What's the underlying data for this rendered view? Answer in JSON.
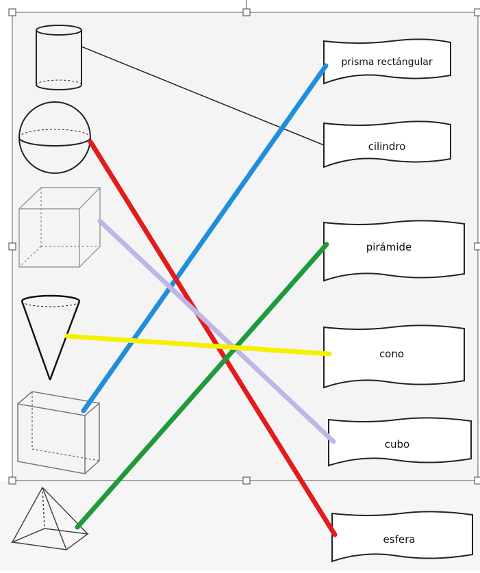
{
  "labels": {
    "prisma": "prisma rectángular",
    "cilindro": "cilindro",
    "piramide": "pirámide",
    "cono": "cono",
    "cubo": "cubo",
    "esfera": "esfera"
  },
  "shapes": [
    "cylinder-icon",
    "sphere-icon",
    "cube-icon",
    "cone-icon",
    "rectangular-prism-icon",
    "pyramid-icon"
  ],
  "matches": [
    {
      "shape": "cylinder",
      "label": "cilindro",
      "color": "#222222"
    },
    {
      "shape": "sphere",
      "label": "esfera",
      "color": "#e31b1b"
    },
    {
      "shape": "cube",
      "label": "cubo",
      "color": "#bdb6e6"
    },
    {
      "shape": "cone",
      "label": "cono",
      "color": "#f5ef00"
    },
    {
      "shape": "rectangular-prism",
      "label": "prisma rectángular",
      "color": "#1f8fdb"
    },
    {
      "shape": "pyramid",
      "label": "pirámide",
      "color": "#1e9a3a"
    }
  ],
  "colors": {
    "panel": "#f4f4f4",
    "frame": "#5a5a5a",
    "black_line": "#222222",
    "red": "#e31b1b",
    "lavender": "#bdb6e6",
    "yellow": "#f5ef00",
    "blue": "#1f8fdb",
    "green": "#1e9a3a"
  }
}
